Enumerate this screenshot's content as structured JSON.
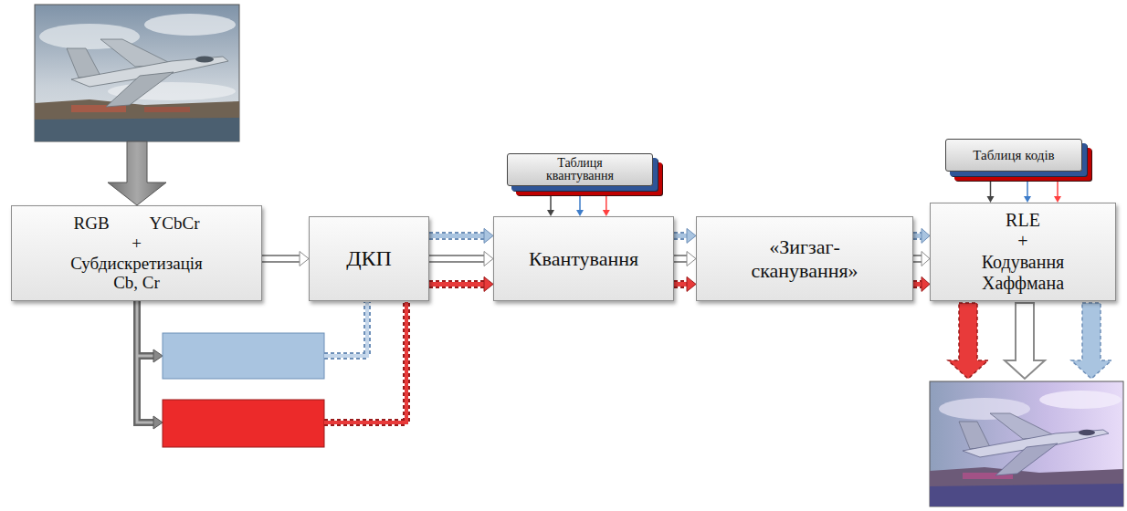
{
  "diagram": {
    "nodes": [
      {
        "text": [
          "RGB YCbCr",
          "+",
          "Субдискретизація Cb, Cr"
        ]
      },
      {
        "text": [
          "ДКП"
        ]
      },
      {
        "text": [
          "Таблиця квантування"
        ]
      },
      {
        "text": [
          "Квантування"
        ]
      },
      {
        "text": [
          "«Зигзаг-сканування»"
        ]
      },
      {
        "text": [
          "Таблиця кодів"
        ]
      },
      {
        "text": [
          "RLE",
          "+",
          "Кодування Хаффмана"
        ]
      }
    ],
    "edges": [
      {
        "from": 0,
        "to": 1,
        "arrow": "to"
      },
      {
        "from": 1,
        "to": 3,
        "arrow": "to"
      },
      {
        "from": 1,
        "to": 3,
        "arrow": "to"
      },
      {
        "from": 1,
        "to": 3,
        "arrow": "to"
      },
      {
        "from": 3,
        "to": 4,
        "arrow": "to"
      },
      {
        "from": 3,
        "to": 4,
        "arrow": "to"
      },
      {
        "from": 3,
        "to": 4,
        "arrow": "to"
      },
      {
        "from": 4,
        "to": 6,
        "arrow": "to"
      },
      {
        "from": 4,
        "to": 6,
        "arrow": "to"
      },
      {
        "from": 4,
        "to": 6,
        "arrow": "to"
      },
      {
        "from": 2,
        "to": 3,
        "arrow": "to"
      },
      {
        "from": 2,
        "to": 3,
        "arrow": "to"
      },
      {
        "from": 2,
        "to": 3,
        "arrow": "to"
      },
      {
        "from": 5,
        "to": 6,
        "arrow": "to"
      },
      {
        "from": 5,
        "to": 6,
        "arrow": "to"
      },
      {
        "from": 5,
        "to": 6,
        "arrow": "to"
      }
    ]
  }
}
